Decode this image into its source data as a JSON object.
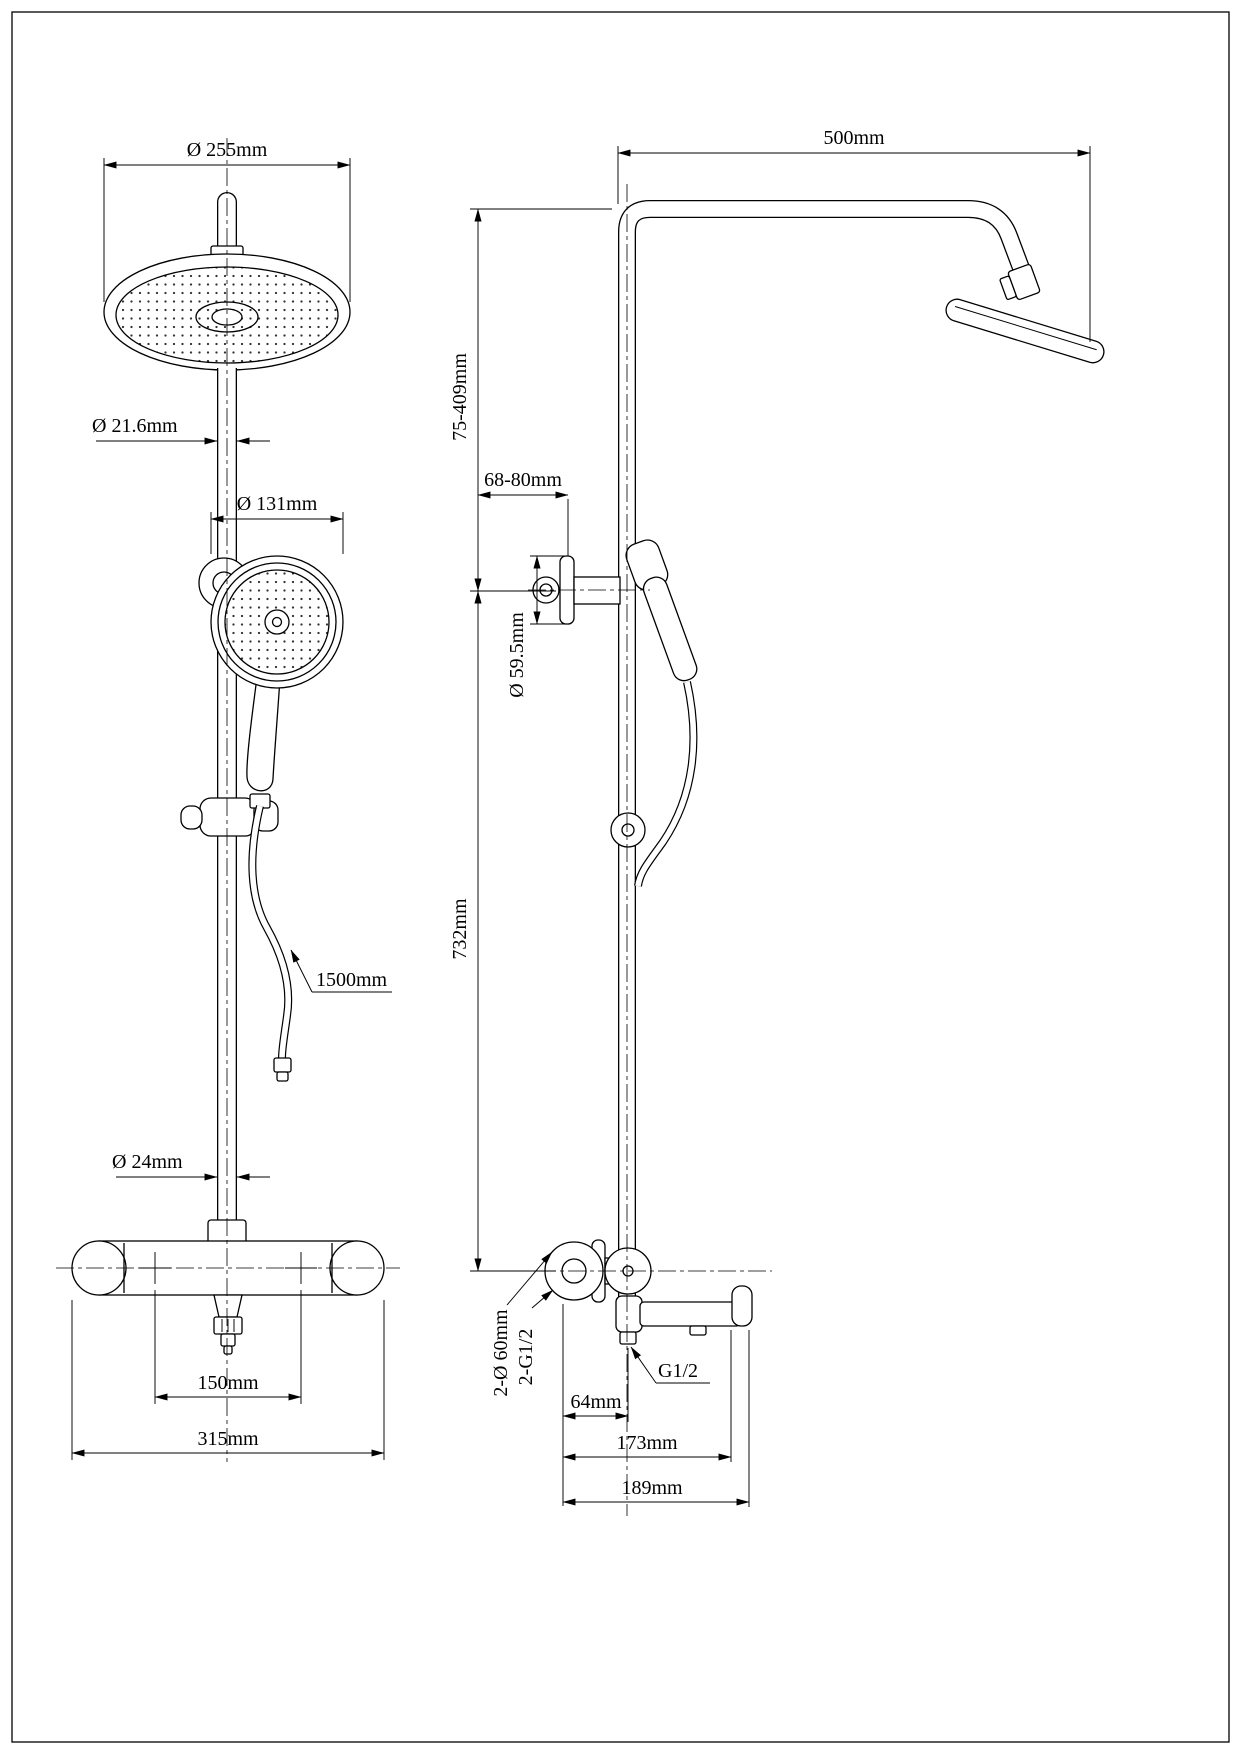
{
  "front": {
    "head_diameter": "Ø 255mm",
    "upper_pipe_diameter": "Ø 21.6mm",
    "handshower_diameter": "Ø 131mm",
    "hose_length": "1500mm",
    "riser_diameter": "Ø 24mm",
    "inlet_spacing": "150mm",
    "body_width": "315mm"
  },
  "side": {
    "arm_length": "500mm",
    "height_adjustment": "75-409mm",
    "wall_clearance": "68-80mm",
    "bracket_diameter": "Ø 59.5mm",
    "column_height": "732mm",
    "flange_spec": "2-Ø 60mm",
    "inlet_thread": "2-G1/2",
    "spout_offset": "64mm",
    "outlet_thread": "G1/2",
    "spout_reach": "173mm",
    "overall_depth": "189mm"
  }
}
